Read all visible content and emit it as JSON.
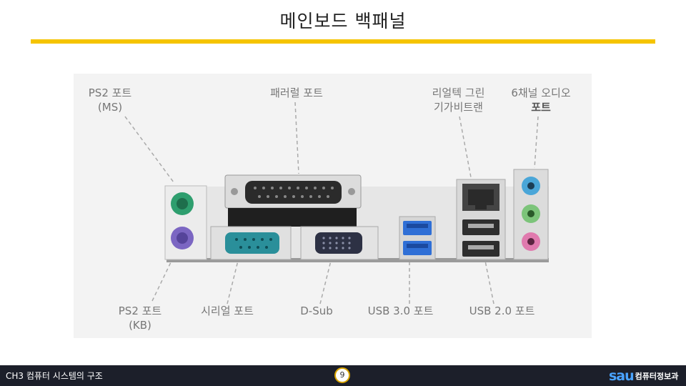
{
  "slide": {
    "title": "메인보드 백패널"
  },
  "labels": {
    "ps2_ms_1": "PS2 포트",
    "ps2_ms_2": "(MS)",
    "parallel": "패러럴 포트",
    "lan_1": "리얼텍 그린",
    "lan_2": "기가비트랜",
    "audio_1": "6채널 오디오",
    "audio_2": "포트",
    "ps2_kb_1": "PS2 포트",
    "ps2_kb_2": "(KB)",
    "serial": "시리얼 포트",
    "dsub": "D-Sub",
    "usb3": "USB 3.0 포트",
    "usb2": "USB 2.0 포트"
  },
  "colors": {
    "accent_bar": "#f5c400",
    "ps2_mouse": "#2e9e6e",
    "ps2_keyboard": "#7b66c2",
    "serial": "#2a8f9a",
    "usb3": "#2f6fd6",
    "audio_blue": "#4aa6d8",
    "audio_green": "#7cc47a",
    "audio_pink": "#e07aae"
  },
  "footer": {
    "course": "CH3 컴퓨터 시스템의 구조",
    "page": "9",
    "logo_mark": "sau",
    "logo_text": "컴퓨터정보과"
  }
}
